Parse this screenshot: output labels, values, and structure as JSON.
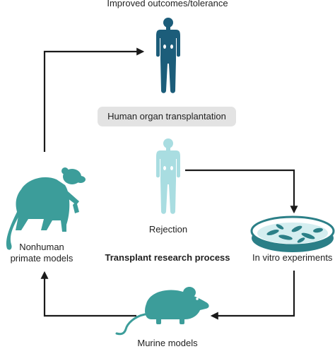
{
  "diagram": {
    "title": "Transplant research process",
    "top_label": "Improved outcomes/tolerance",
    "pill_label": "Human organ transplantation",
    "rejection_label": "Rejection",
    "invitro_label": "In vitro experiments",
    "murine_label": "Murine models",
    "nhp_label_line1": "Nonhuman",
    "nhp_label_line2": "primate models"
  },
  "colors": {
    "human_success": "#1c5d7a",
    "human_rejection": "#a9dde1",
    "animal": "#3c9d9a",
    "dish": "#2b7f87",
    "arrow": "#1a1a1a",
    "pill_bg": "#e3e3e3",
    "text": "#222222"
  },
  "icons": [
    "human-figure-icon",
    "human-figure-rejection-icon",
    "petri-dish-icon",
    "mouse-icon",
    "monkey-icon"
  ]
}
